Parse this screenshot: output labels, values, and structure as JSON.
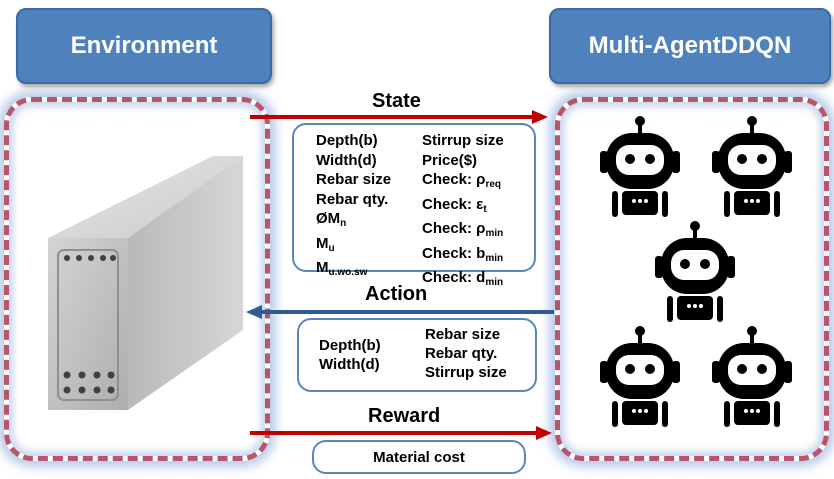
{
  "environment": {
    "title": "Environment"
  },
  "agent": {
    "title_line1": "Multi-Agent",
    "title_line2": "DDQN",
    "robot_count": 5
  },
  "arrows": {
    "state": "State",
    "action": "Action",
    "reward": "Reward"
  },
  "state_box": {
    "left": [
      {
        "main": "Depth(b)",
        "sub": ""
      },
      {
        "main": "Width(d)",
        "sub": ""
      },
      {
        "main": "Rebar size",
        "sub": ""
      },
      {
        "main": "Rebar qty.",
        "sub": ""
      },
      {
        "main": "ØM",
        "sub": "n"
      },
      {
        "main": "M",
        "sub": "u"
      },
      {
        "main": "M",
        "sub": "u.wo.sw"
      }
    ],
    "right": [
      {
        "main": "Stirrup size",
        "sub": ""
      },
      {
        "main": "Price($)",
        "sub": ""
      },
      {
        "main": "Check: ρ",
        "sub": "req"
      },
      {
        "main": "Check: ε",
        "sub": "t"
      },
      {
        "main": "Check: ρ",
        "sub": "min"
      },
      {
        "main": "Check: b",
        "sub": "min"
      },
      {
        "main": "Check: d",
        "sub": "min"
      }
    ]
  },
  "action_box": {
    "left": [
      "Depth(b)",
      "Width(d)"
    ],
    "right": [
      "Rebar size",
      "Rebar qty.",
      "Stirrup size"
    ]
  },
  "reward_box": {
    "label": "Material cost"
  },
  "colors": {
    "title_bg": "#4f81bd",
    "frame_dash": "#b7566a",
    "state_arrow": "#c00000",
    "action_arrow": "#2e5c8e",
    "box_border": "#5b86b8"
  }
}
